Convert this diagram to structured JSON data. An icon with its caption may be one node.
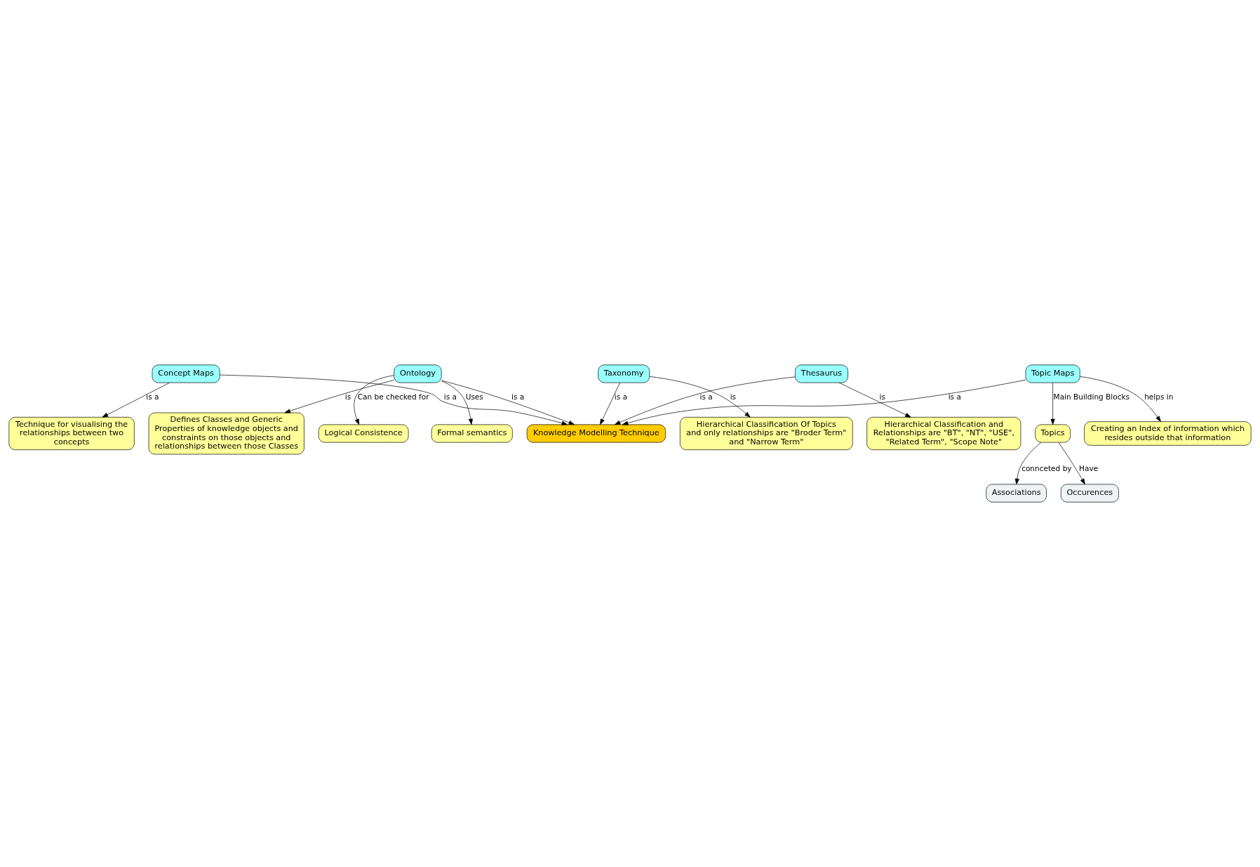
{
  "diagram": {
    "nodes": [
      {
        "text": [
          "Knowledge Modelling Technique"
        ]
      },
      {
        "text": [
          "Defines Classes and Generic Properties of knowledge objects and constraints on those objects and relationships between those Classes"
        ]
      },
      {
        "text": [
          "Logical Consistence"
        ]
      },
      {
        "text": [
          "Concept Maps"
        ]
      },
      {
        "text": [
          "Ontology"
        ]
      },
      {
        "text": [
          "Technique for visualising the relationships between two concepts"
        ]
      },
      {
        "text": [
          "Formal semantics"
        ]
      },
      {
        "text": [
          "Taxonomy"
        ]
      },
      {
        "text": [
          "Thesaurus"
        ]
      },
      {
        "text": [
          "Topic Maps"
        ]
      },
      {
        "text": [
          "Hierarchical Classification Of Topics and only relationships are \"Broder Term\" and \"Narrow Term\""
        ]
      },
      {
        "text": [
          "Hierarchical Classification and Relationships are \"BT\", \"NT\", \"USE\", \"Related Term\", \"Scope Note\""
        ]
      },
      {
        "text": [
          "Topics"
        ]
      },
      {
        "text": [
          "Creating an Index of information which resides outside that information"
        ]
      },
      {
        "text": [
          "Associations"
        ]
      },
      {
        "text": [
          "Occurences"
        ]
      }
    ],
    "edges": [
      {
        "from": 4,
        "to": 1,
        "arrow": "to",
        "label": "is"
      },
      {
        "from": 4,
        "to": 2,
        "arrow": "to",
        "label": "Can be checked for"
      },
      {
        "from": 4,
        "to": 6,
        "arrow": "to",
        "label": "Uses"
      },
      {
        "from": 3,
        "to": 5,
        "arrow": "to",
        "label": "is a"
      },
      {
        "from": 3,
        "to": 0,
        "arrow": "to",
        "label": "is a"
      },
      {
        "from": 4,
        "to": 0,
        "arrow": "to",
        "label": "is a"
      },
      {
        "from": 7,
        "to": 0,
        "arrow": "to",
        "label": "is a"
      },
      {
        "from": 9,
        "to": 0,
        "arrow": "to",
        "label": "is a"
      },
      {
        "from": 8,
        "to": 0,
        "arrow": "to",
        "label": "is a"
      },
      {
        "from": 7,
        "to": 10,
        "arrow": "to",
        "label": "is"
      },
      {
        "from": 8,
        "to": 11,
        "arrow": "to",
        "label": "is"
      },
      {
        "from": 9,
        "to": 13,
        "arrow": "to",
        "label": "helps in"
      },
      {
        "from": 9,
        "to": 12,
        "arrow": "to",
        "label": "Main Building Blocks"
      },
      {
        "from": 12,
        "to": 14,
        "arrow": "to",
        "label": "connceted by"
      },
      {
        "from": 12,
        "to": 15,
        "arrow": "to",
        "label": "Have"
      }
    ]
  }
}
